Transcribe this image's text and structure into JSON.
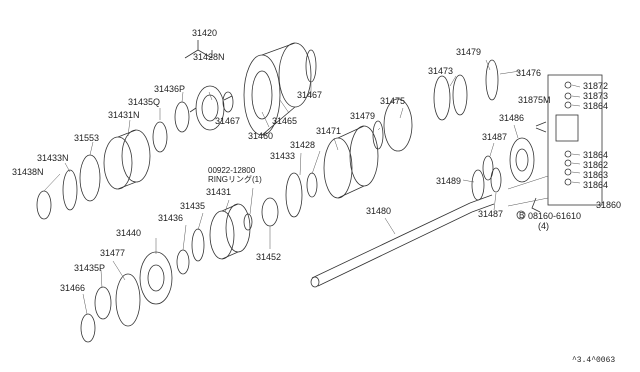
{
  "labels": {
    "p31420": "31420",
    "p31428N": "31428N",
    "p31436P": "31436P",
    "p31435Q": "31435Q",
    "p31431N": "31431N",
    "p31553": "31553",
    "p31433N": "31433N",
    "p31438N": "31438N",
    "p31460": "31460",
    "p31465": "31465",
    "p31467a": "31467",
    "p31467b": "31467",
    "p31473": "31473",
    "p31479a": "31479",
    "p31476": "31476",
    "p31475": "31475",
    "p31479b": "31479",
    "p31471": "31471",
    "p31428": "31428",
    "p31433": "31433",
    "p00922a": "00922-12800",
    "p00922b": "RINGリング(1)",
    "p31431": "31431",
    "p31435": "31435",
    "p31436": "31436",
    "p31440": "31440",
    "p31477": "31477",
    "p31435P": "31435P",
    "p31466": "31466",
    "p31452": "31452",
    "p31480": "31480",
    "p31489": "31489",
    "p31487a": "31487",
    "p31487b": "31487",
    "p31486": "31486",
    "p31875M": "31875M",
    "p31872": "31872",
    "p31873": "31873",
    "p31864a": "31864",
    "p31864b": "31864",
    "p31862": "31862",
    "p31863": "31863",
    "p31864c": "31864",
    "p31860": "31860",
    "bolt": "08160-61610",
    "bolt_qty": "(4)",
    "bolt_mark": "B",
    "ref": "^3.4^0063"
  }
}
